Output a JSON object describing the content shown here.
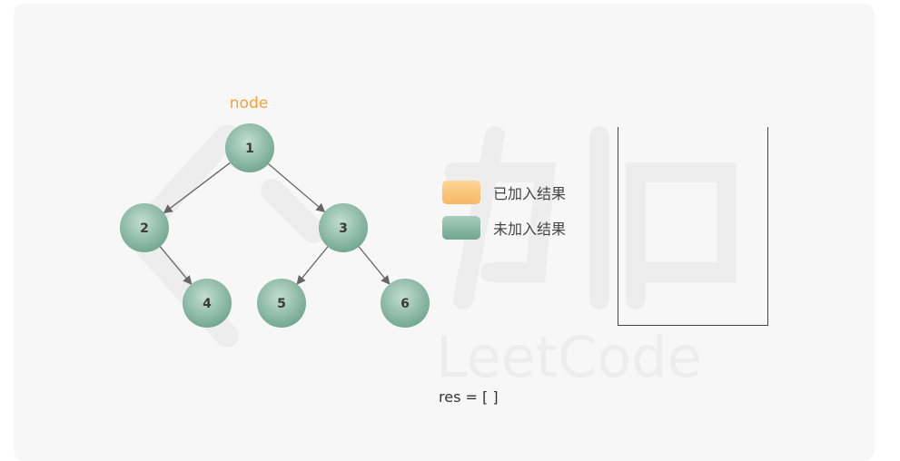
{
  "pointer_label": "node",
  "tree": {
    "nodes": [
      {
        "id": "1",
        "label": "1",
        "state": "pending"
      },
      {
        "id": "2",
        "label": "2",
        "state": "pending"
      },
      {
        "id": "3",
        "label": "3",
        "state": "pending"
      },
      {
        "id": "4",
        "label": "4",
        "state": "pending"
      },
      {
        "id": "5",
        "label": "5",
        "state": "pending"
      },
      {
        "id": "6",
        "label": "6",
        "state": "pending"
      }
    ],
    "edges": [
      {
        "from": "1",
        "to": "2"
      },
      {
        "from": "1",
        "to": "3"
      },
      {
        "from": "2",
        "to": "4"
      },
      {
        "from": "3",
        "to": "5"
      },
      {
        "from": "3",
        "to": "6"
      }
    ],
    "pointer_node": "1"
  },
  "legend": {
    "added_label": "已加入结果",
    "added_color": "#f9c97a",
    "pending_label": "未加入结果",
    "pending_color": "#7fb3a0"
  },
  "result": {
    "text": "res = [ ]",
    "values": []
  },
  "stack": {
    "items": []
  }
}
